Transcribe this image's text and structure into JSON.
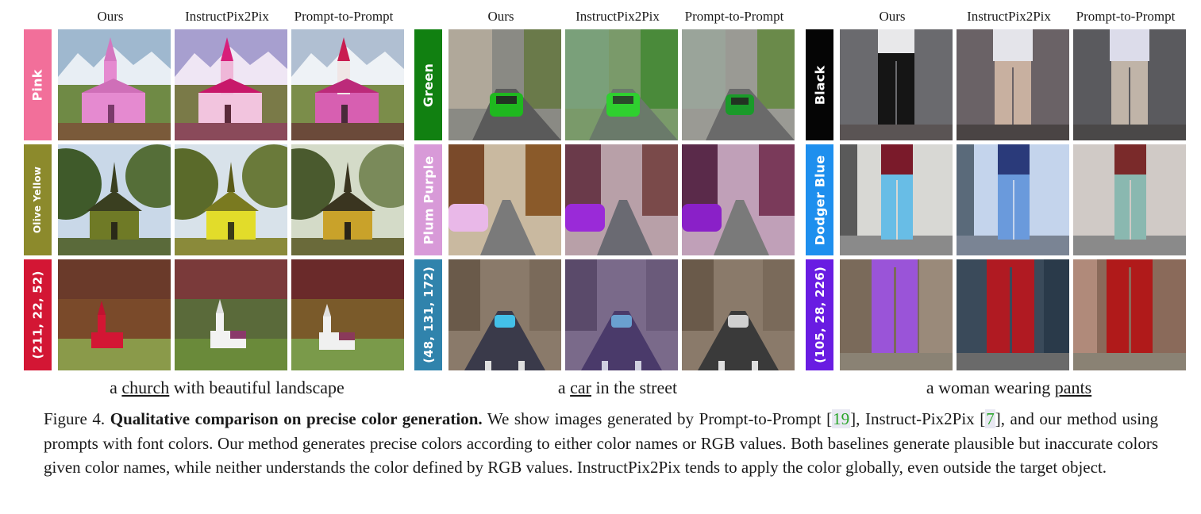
{
  "column_headers": [
    "Ours",
    "InstructPix2Pix",
    "Prompt-to-Prompt"
  ],
  "panels": [
    {
      "object": "church",
      "caption": {
        "before": "a ",
        "underlined": "church",
        "after": " with beautiful landscape"
      },
      "rows": [
        {
          "label": "Pink",
          "swatch": "#f26f9a",
          "target": "#e58ad0"
        },
        {
          "label": "Olive Yellow",
          "swatch": "#8c8a2c",
          "target": "#6f7a26"
        },
        {
          "label": "(211, 22, 52)",
          "swatch": "#d31634",
          "target": "#d31634"
        }
      ]
    },
    {
      "object": "car",
      "caption": {
        "before": "a ",
        "underlined": "car",
        "after": " in the street"
      },
      "rows": [
        {
          "label": "Green",
          "swatch": "#118011",
          "target": "#1fb81f"
        },
        {
          "label": "Plum Purple",
          "swatch": "#d89ad8",
          "target": "#e9b8e8"
        },
        {
          "label": "(48, 131, 172)",
          "swatch": "#3083ac",
          "target": "#43c0e8"
        }
      ]
    },
    {
      "object": "pants",
      "caption": {
        "before": "a woman wearing ",
        "underlined": "pants",
        "after": ""
      },
      "rows": [
        {
          "label": "Black",
          "swatch": "#050505",
          "target": "#151515"
        },
        {
          "label": "Dodger Blue",
          "swatch": "#1e8fee",
          "target": "#68bde6"
        },
        {
          "label": "(105, 28, 226)",
          "swatch": "#691ce2",
          "target": "#9a54d8"
        }
      ]
    }
  ],
  "figure_caption": {
    "label": "Figure 4.",
    "title": "Qualitative comparison on precise color generation.",
    "body_1": "We show images generated by Prompt-to-Prompt [",
    "cite_1": "19",
    "body_2": "], Instruct-Pix2Pix [",
    "cite_2": "7",
    "body_3": "], and our method using prompts with font colors. Our method generates precise colors according to either color names or RGB values. Both baselines generate plausible but inaccurate colors given color names, while neither understands the color defined by RGB values. InstructPix2Pix tends to apply the color globally, even outside the target object."
  }
}
